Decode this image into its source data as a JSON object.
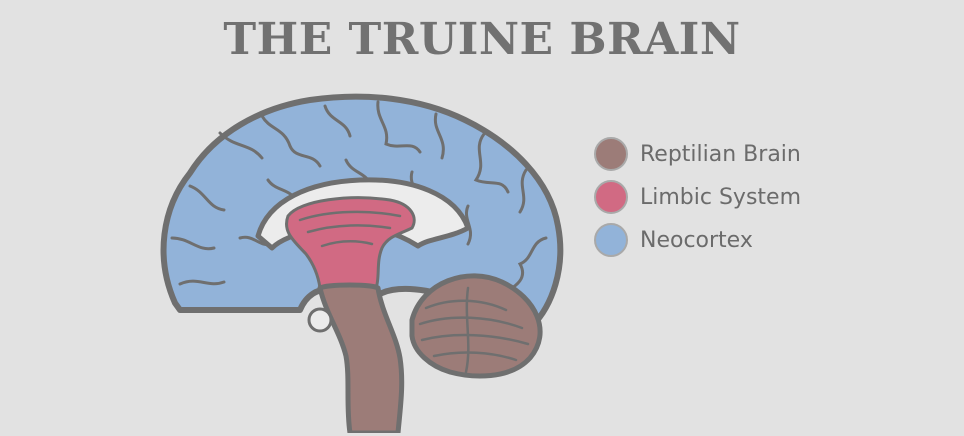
{
  "title": "THE TRUINE BRAIN",
  "colors": {
    "background": "#e2e2e2",
    "outline": "#6f6f6f",
    "reptilian": "#9c7c78",
    "limbic": "#d16a83",
    "neocortex": "#92b3d9",
    "inner": "#ececec"
  },
  "legend": [
    {
      "label": "Reptilian Brain",
      "color": "#9c7c78"
    },
    {
      "label": "Limbic System",
      "color": "#d16a83"
    },
    {
      "label": "Neocortex",
      "color": "#92b3d9"
    }
  ]
}
